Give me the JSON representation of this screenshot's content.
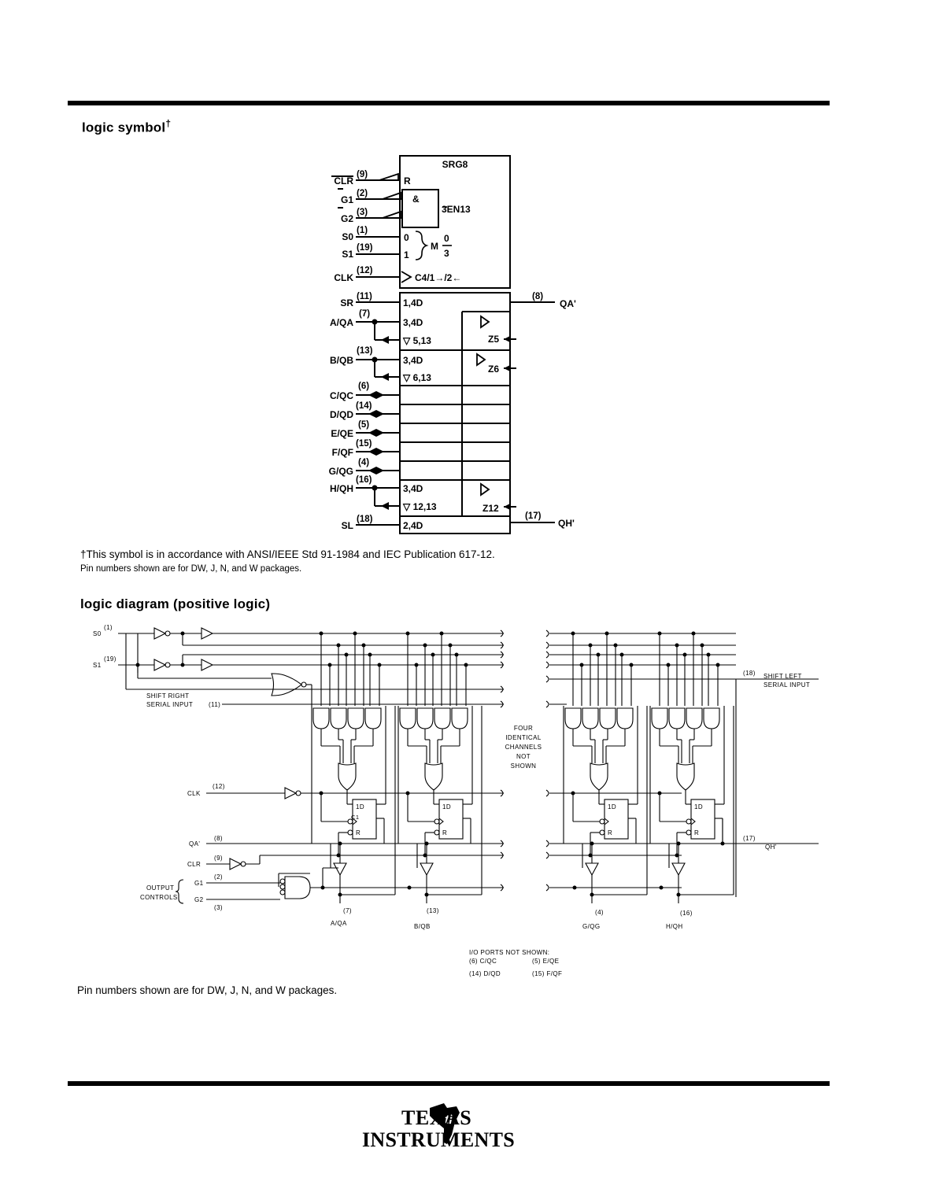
{
  "sections": {
    "logic_symbol_title": "logic symbol",
    "logic_symbol_dagger": "†",
    "footnote_line1": "†This symbol is in accordance with ANSI/IEEE Std 91-1984 and IEC Publication 617-12.",
    "footnote_line2": "Pin numbers shown are for DW, J, N, and W packages.",
    "logic_diagram_title": "logic diagram (positive logic)",
    "bottom_note": "Pin numbers shown are for DW, J, N, and W packages."
  },
  "symbol": {
    "block_title": "SRG8",
    "internal": {
      "r": "R",
      "amp": "&",
      "en": "3EN13",
      "m0": "0",
      "m1": "1",
      "m": "M",
      "m_top": "0",
      "m_bottom": "3",
      "clk": "C4/1→/2←",
      "d_sr": "1,4D",
      "d_a": "3,4D",
      "z_a": "▽ 5,13",
      "d_b": "3,4D",
      "z_b": "▽ 6,13",
      "d_h": "3,4D",
      "z_h": "▽ 12,13",
      "d_sl": "2,4D",
      "z5": "Z5",
      "z6": "Z6",
      "z12": "Z12"
    },
    "inputs": [
      {
        "name": "CLR",
        "pin": "(9)"
      },
      {
        "name": "G1",
        "pin": "(2)"
      },
      {
        "name": "G2",
        "pin": "(3)"
      },
      {
        "name": "S0",
        "pin": "(1)"
      },
      {
        "name": "S1",
        "pin": "(19)"
      },
      {
        "name": "CLK",
        "pin": "(12)"
      },
      {
        "name": "SR",
        "pin": "(11)"
      },
      {
        "name": "A/QA",
        "pin": "(7)"
      },
      {
        "name": "B/QB",
        "pin": "(13)"
      },
      {
        "name": "C/QC",
        "pin": "(6)"
      },
      {
        "name": "D/QD",
        "pin": "(14)"
      },
      {
        "name": "E/QE",
        "pin": "(5)"
      },
      {
        "name": "F/QF",
        "pin": "(15)"
      },
      {
        "name": "G/QG",
        "pin": "(4)"
      },
      {
        "name": "H/QH",
        "pin": "(16)"
      },
      {
        "name": "SL",
        "pin": "(18)"
      }
    ],
    "outputs": [
      {
        "name": "QA'",
        "pin": "(8)"
      },
      {
        "name": "QH'",
        "pin": "(17)"
      }
    ]
  },
  "diagram": {
    "s0": "S0",
    "s0_pin": "(1)",
    "s1": "S1",
    "s1_pin": "(19)",
    "shift_right_1": "SHIFT RIGHT",
    "shift_right_2": "SERIAL INPUT",
    "shift_right_pin": "(11)",
    "shift_left_pin": "(18)",
    "shift_left_1": "SHIFT LEFT",
    "shift_left_2": "SERIAL INPUT",
    "four_1": "FOUR",
    "four_2": "IDENTICAL",
    "four_3": "CHANNELS",
    "four_4": "NOT",
    "four_5": "SHOWN",
    "clk": "CLK",
    "clk_pin": "(12)",
    "qa": "QA'",
    "qa_pin": "(8)",
    "clr": "CLR",
    "clr_pin": "(9)",
    "output_1": "OUTPUT",
    "output_2": "CONTROLS",
    "g1": "G1",
    "g1_pin": "(2)",
    "g2": "G2",
    "g2_pin": "(3)",
    "qh": "QH'",
    "qh_pin": "(17)",
    "ff_d": "1D",
    "ff_c": "C1",
    "ff_r": "R",
    "ports": [
      {
        "pin": "(7)",
        "name": "A/QA"
      },
      {
        "pin": "(13)",
        "name": "B/QB"
      },
      {
        "pin": "(4)",
        "name": "G/QG"
      },
      {
        "pin": "(16)",
        "name": "H/QH"
      }
    ],
    "io_title": "I/O PORTS NOT SHOWN:",
    "io_1": "(6) C/QC",
    "io_2": "(5) E/QE",
    "io_3": "(14) D/QD",
    "io_4": "(15) F/QF"
  },
  "logo": {
    "line1": "TEXAS",
    "line2": "INSTRUMENTS"
  }
}
